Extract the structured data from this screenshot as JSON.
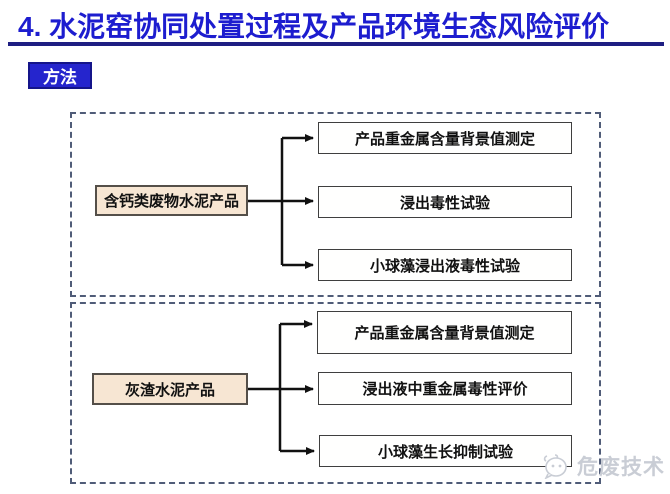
{
  "title": "4. 水泥窑协同处置过程及产品环境生态风险评价",
  "method_label": "方法",
  "groups": [
    {
      "source": "含钙类废物水泥产品",
      "targets": [
        "产品重金属含量背景值测定",
        "浸出毒性试验",
        "小球藻浸出液毒性试验"
      ]
    },
    {
      "source": "灰渣水泥产品",
      "targets": [
        "产品重金属含量背景值测定",
        "浸出液中重金属毒性评价",
        "小球藻生长抑制试验"
      ]
    }
  ],
  "watermark": {
    "text": "危废技术",
    "icon": "chat-bubble-icon"
  },
  "colors": {
    "title_blue": "#1d1dcf",
    "rule_navy": "#1e1e82",
    "badge_blue": "#2525cd",
    "dashed_border": "#505c78",
    "source_fill": "#f7e6d3",
    "connector_black": "#111111",
    "watermark_gray": "#c9cdd5"
  }
}
